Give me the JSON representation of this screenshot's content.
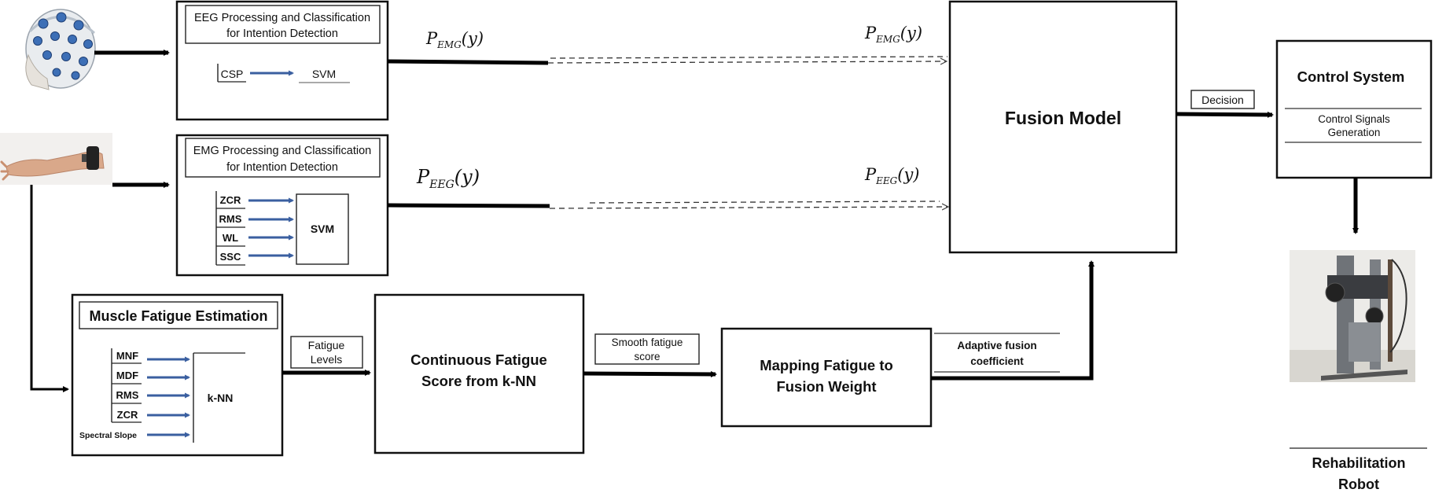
{
  "eeg_block": {
    "title_line1": "EEG Processing and Classification",
    "title_line2": "for Intention Detection",
    "feature": "CSP",
    "classifier": "SVM"
  },
  "emg_block": {
    "title_line1": "EMG Processing and Classification",
    "title_line2": "for Intention Detection",
    "features": [
      "ZCR",
      "RMS",
      "WL",
      "SSC"
    ],
    "classifier": "SVM"
  },
  "fatigue_block": {
    "title": "Muscle Fatigue Estimation",
    "features": [
      "MNF",
      "MDF",
      "RMS",
      "ZCR",
      "Spectral Slope"
    ],
    "classifier": "k-NN"
  },
  "continuous_block": {
    "line1": "Continuous Fatigue",
    "line2": "Score from k-NN"
  },
  "mapping_block": {
    "line1": "Mapping Fatigue to",
    "line2": "Fusion Weight"
  },
  "fusion_block": {
    "title": "Fusion Model"
  },
  "control_block": {
    "title": "Control System",
    "sub_line1": "Control Signals",
    "sub_line2": "Generation"
  },
  "robot": {
    "line1": "Rehabilitation",
    "line2": "Robot"
  },
  "edge_labels": {
    "fatigue_levels_1": "Fatigue",
    "fatigue_levels_2": "Levels",
    "smooth_1": "Smooth fatigue",
    "smooth_2": "score",
    "adaptive_1": "Adaptive fusion",
    "adaptive_2": "coefficient",
    "decision": "Decision"
  },
  "probabilities": {
    "emg_P": "P",
    "emg_sub": "EMG",
    "emg_arg": "(y)",
    "eeg_P": "P",
    "eeg_sub": "EEG",
    "eeg_arg": "(y)"
  },
  "colors": {
    "feature_arrow": "#3a5fa0",
    "line": "#000000",
    "box_fill": "#ffffff"
  },
  "icons": [
    "eeg-cap-head-photo",
    "emg-arm-photo",
    "rehabilitation-robot-photo"
  ]
}
